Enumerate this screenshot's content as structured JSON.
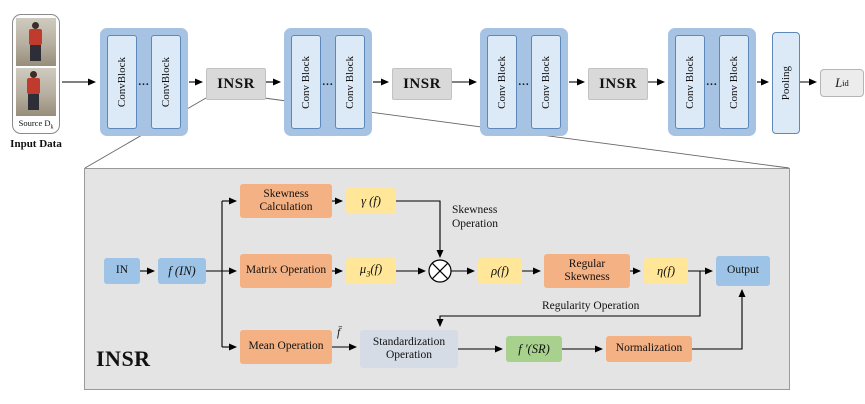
{
  "pipeline": {
    "input": {
      "source_base": "Source D",
      "source_sub": "k",
      "caption": "Input Data"
    },
    "dots": "...",
    "conv_groups": [
      {
        "block1": "ConvBlock",
        "block2": "ConvBlock"
      },
      {
        "block1": "Conv Block",
        "block2": "Conv Block"
      },
      {
        "block1": "Conv Block",
        "block2": "Conv Block"
      },
      {
        "block1": "Conv Block",
        "block2": "Conv Block"
      }
    ],
    "insr_label": "INSR",
    "pooling_label": "Pooling",
    "loss": {
      "base": "L",
      "sub": "id"
    }
  },
  "detail": {
    "title": "INSR",
    "boxes": {
      "in": "IN",
      "f_in": "f (IN)",
      "skewness_calculation": "Skewness Calculation",
      "gamma": "γ (f)",
      "matrix_operation": "Matrix Operation",
      "mu3": {
        "pre": "μ",
        "sub": "3",
        "post": "(f)"
      },
      "rho": "ρ(f)",
      "regular_skewness": "Regular Skewness",
      "eta": "η(f)",
      "output": "Output",
      "mean_operation": "Mean Operation",
      "standardization_operation": "Standardization Operation",
      "f_sr": "f ′(SR)",
      "normalization": "Normalization"
    },
    "labels": {
      "skewness_operation": "Skewness Operation",
      "regularity_operation": "Regularity Operation",
      "f_bar": "f̄"
    }
  },
  "colors": {
    "conv_group": "#a6c3e3",
    "conv_block": "#dce9f7",
    "insr_box": "#d9d9d9",
    "detail_bg": "#e4e4e4",
    "orange": "#f4b183",
    "yellow": "#ffe699",
    "blue": "#9dc3e6",
    "green": "#a9d18e",
    "gray_blue": "#d6dce5"
  }
}
